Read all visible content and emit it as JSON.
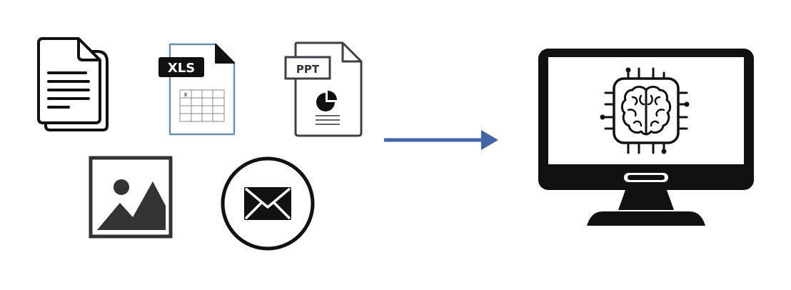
{
  "xls_badge": "XLS",
  "xls_cell_mark": "x",
  "ppt_badge": "PPT",
  "colors": {
    "ink": "#111111",
    "xls_outline": "#6a93a8",
    "xls_grid": "#8a8a8a",
    "ppt_outline": "#3c3f47",
    "arrow": "#4466a8",
    "image_frame": "#333333"
  }
}
